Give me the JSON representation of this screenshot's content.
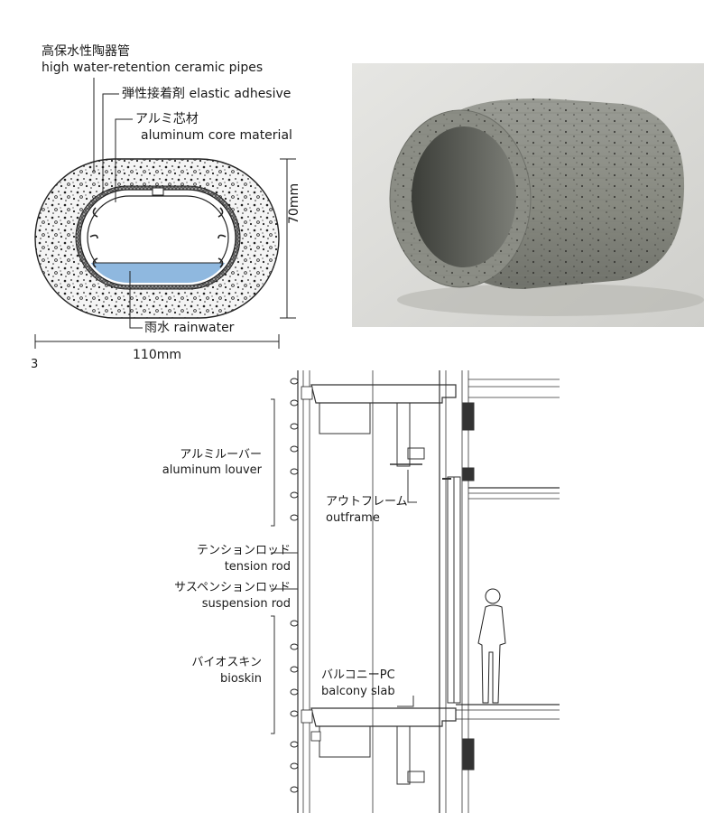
{
  "pipe_diagram": {
    "labels": {
      "pipe_jp": "高保水性陶器管",
      "pipe_en": "high water-retention ceramic pipes",
      "adhesive": "弾性接着剤 elastic adhesive",
      "core_jp": "アルミ芯材",
      "core_en": "aluminum core material",
      "rainwater": "雨水 rainwater",
      "height_dim": "70mm",
      "width_dim": "110mm",
      "figure_number": "3"
    },
    "colors": {
      "rainwater": "#8fb8df",
      "ceramic": "#f4f4f4",
      "aluminum": "#ffffff"
    }
  },
  "photo": {
    "subject": "ceramic-pipe-photo",
    "colors": {
      "ceramic": "#8c8e86",
      "background": "#dadad6"
    }
  },
  "section": {
    "labels": {
      "louver_jp": "アルミルーバー",
      "louver_en": "aluminum louver",
      "outframe_jp": "アウトフレーム",
      "outframe_en": "outframe",
      "tension_jp": "テンションロッド",
      "tension_en": "tension rod",
      "suspension_jp": "サスペンションロッド",
      "suspension_en": "suspension rod",
      "bioskin_jp": "バイオスキン",
      "bioskin_en": "bioskin",
      "balcony_jp": "バルコニーPC",
      "balcony_en": "balcony slab"
    }
  }
}
